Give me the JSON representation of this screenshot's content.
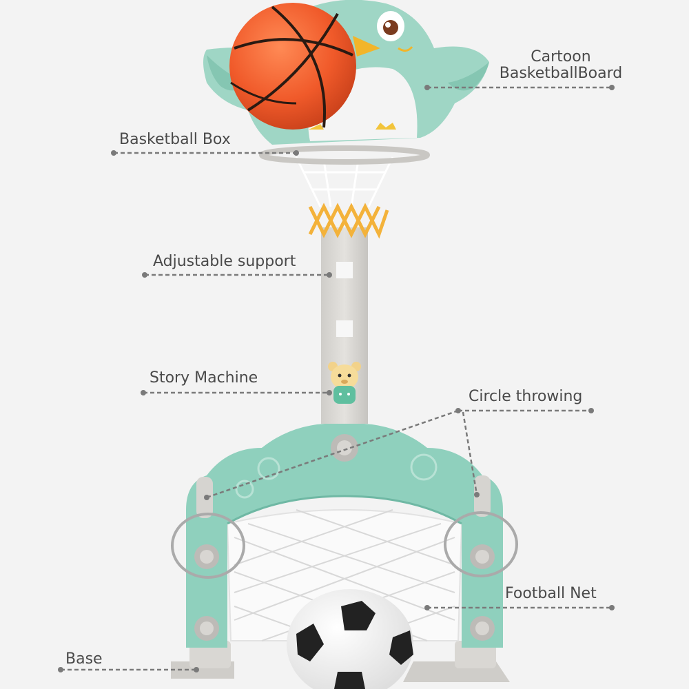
{
  "labels": {
    "cartoon_board_line1": "Cartoon",
    "cartoon_board_line2": "BasketballBoard",
    "basketball_box": "Basketball Box",
    "adjustable_support": "Adjustable support",
    "story_machine": "Story Machine",
    "circle_throwing": "Circle throwing",
    "football_net": "Football Net",
    "base": "Base"
  },
  "colors": {
    "background": "#f3f3f3",
    "mint": "#8fd0bd",
    "mint_dark": "#6fb8a4",
    "grey_plastic": "#d9d7d3",
    "ball_orange": "#f05a2a",
    "label_text": "#4a4a4a",
    "leader_line": "#7a7a7a"
  }
}
